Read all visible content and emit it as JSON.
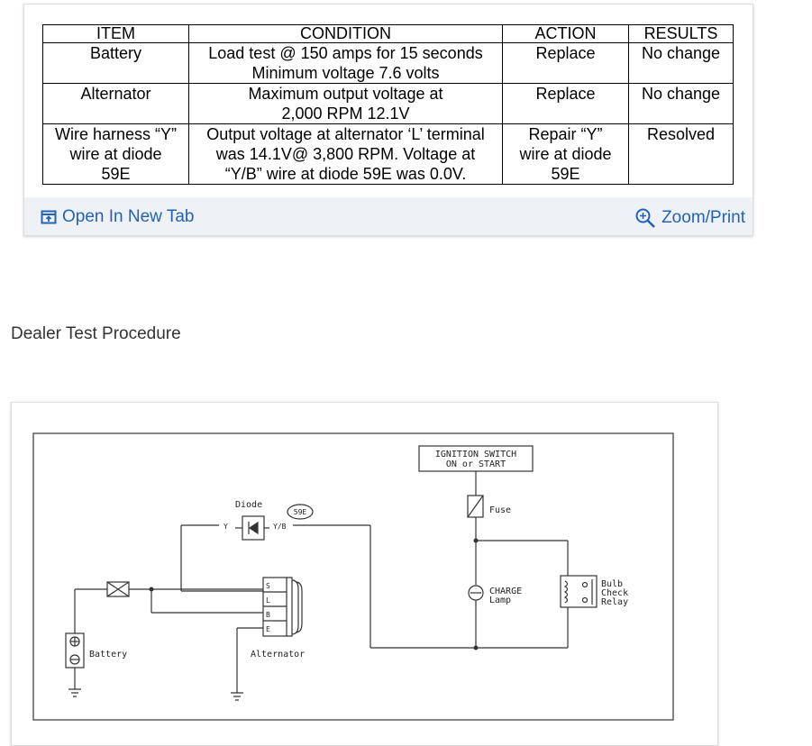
{
  "table": {
    "headers": [
      "ITEM",
      "CONDITION",
      "ACTION",
      "RESULTS"
    ],
    "rows": [
      {
        "item": [
          "Battery"
        ],
        "condition": [
          "Load test @ 150 amps for 15 seconds",
          "Minimum voltage 7.6 volts"
        ],
        "action": [
          "Replace"
        ],
        "results": [
          "No change"
        ]
      },
      {
        "item": [
          "Alternator"
        ],
        "condition": [
          "Maximum output voltage at",
          "2,000 RPM 12.1V"
        ],
        "action": [
          "Replace"
        ],
        "results": [
          "No change"
        ]
      },
      {
        "item": [
          "Wire harness “Y”",
          "wire at diode",
          "59E"
        ],
        "condition": [
          "Output voltage at alternator ‘L’ terminal",
          "was 14.1V@ 3,800 RPM.  Voltage at",
          "“Y/B” wire at diode 59E was 0.0V."
        ],
        "action": [
          "Repair “Y”",
          "wire at diode",
          "59E"
        ],
        "results": [
          "Resolved"
        ]
      }
    ]
  },
  "footer": {
    "open_new_tab": "Open In New Tab",
    "zoom_print": "Zoom/Print"
  },
  "section_heading": "Dealer Test Procedure",
  "diagram": {
    "ignition_switch": [
      "IGNITION SWITCH",
      "ON or START"
    ],
    "fuse": "Fuse",
    "diode": "Diode",
    "diode_id": "59E",
    "wire_y": "Y",
    "wire_yb": "Y/B",
    "charge_lamp": [
      "CHARGE",
      "Lamp"
    ],
    "relay": [
      "Bulb",
      "Check",
      "Relay"
    ],
    "battery": "Battery",
    "alternator": "Alternator",
    "terminals": [
      "S",
      "L",
      "B",
      "E"
    ]
  },
  "colors": {
    "link": "#2462b4",
    "footer_bg": "#eef1f6"
  }
}
